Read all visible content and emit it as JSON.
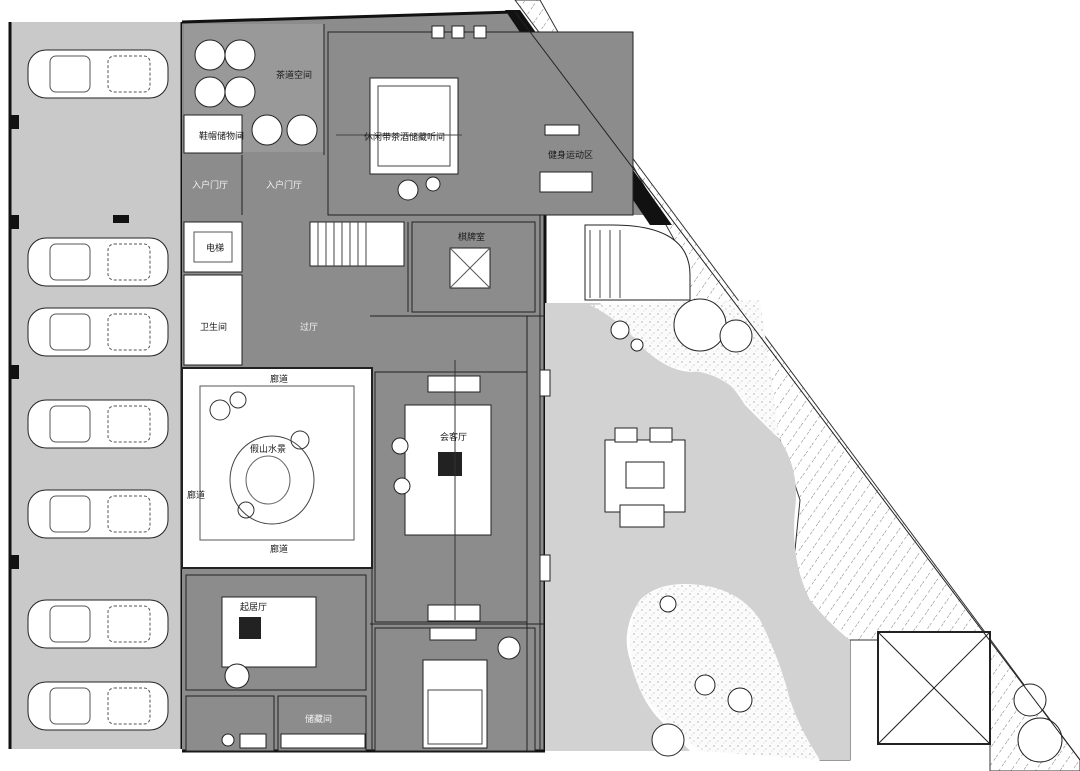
{
  "plan": {
    "rooms": {
      "hat_storage": "鞋帽储物间",
      "entry_left": "入户门厅",
      "entry_right": "入户门厅",
      "tea_room": "茶道空间",
      "study": "休闲带茶酒储藏听间",
      "gym": "健身运动区",
      "mahjong": "棋牌室",
      "corridor_mid": "过厅",
      "elevator": "电梯",
      "toilet": "卫生间",
      "courtyard_top": "廊道",
      "courtyard_left": "廊道",
      "courtyard_bottom": "廊道",
      "courtyard_center": "假山水景",
      "reception": "会客厅",
      "living": "起居厅",
      "storage": "储藏间"
    }
  }
}
